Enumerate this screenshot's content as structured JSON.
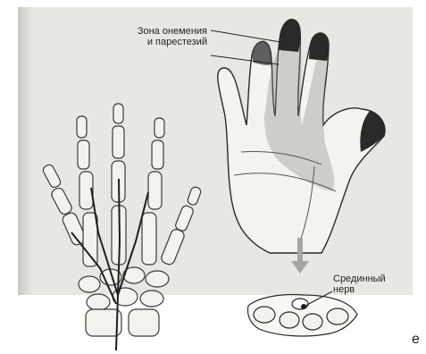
{
  "annotations": {
    "numbness_zone": [
      "Зона онемения",
      "и парестезий"
    ],
    "median_nerve": [
      "Срединный",
      "нерв"
    ]
  },
  "fragment": {
    "trailing_char": "е"
  },
  "colors": {
    "panel_bg": "#e9e7e4",
    "skin_fill": "#f5f3f0",
    "numb_zone": "#2a2a2a",
    "bone_fill": "#f4f2ee",
    "arrow": "#a8a6a3"
  }
}
